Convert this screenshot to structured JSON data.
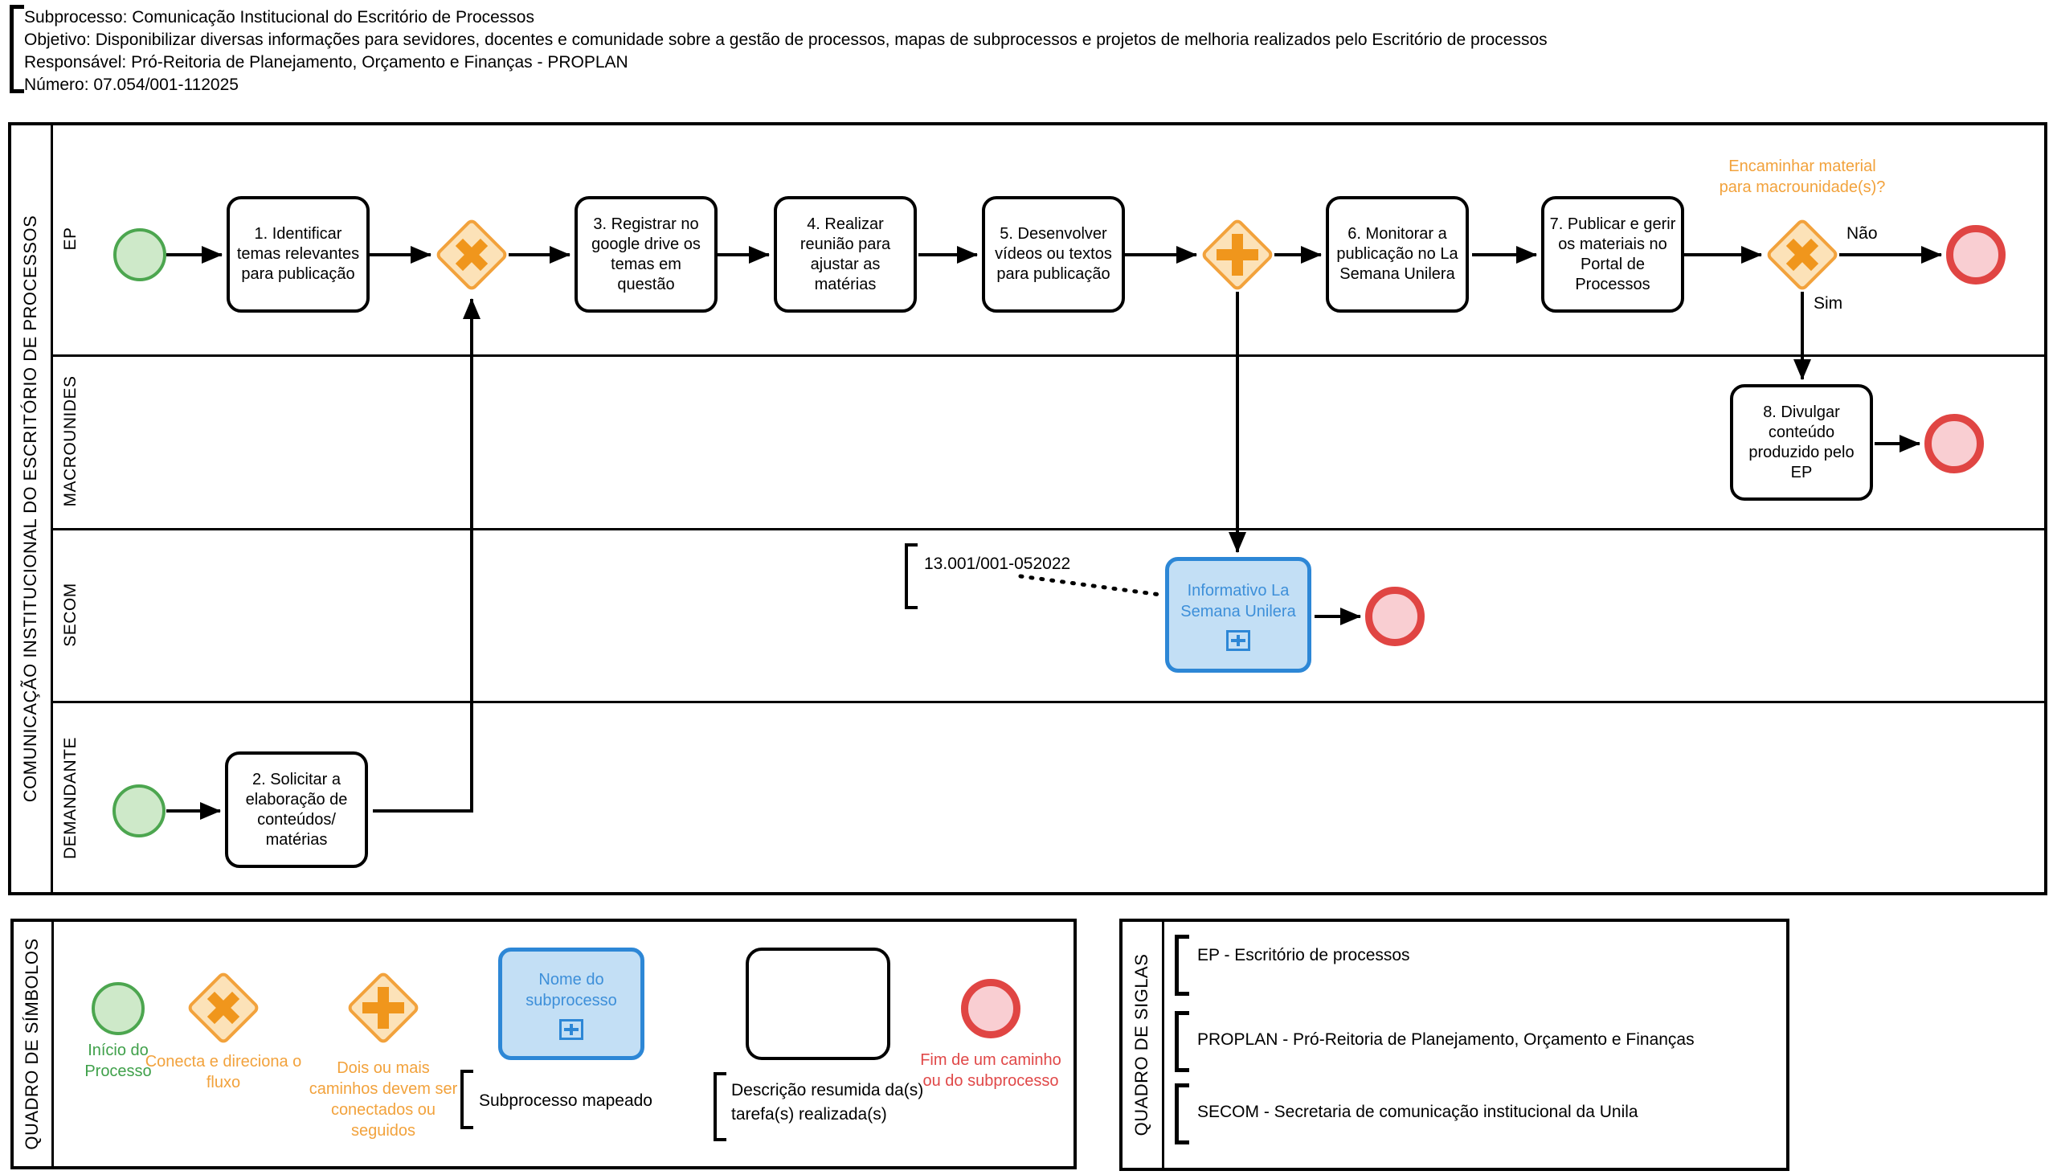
{
  "header": {
    "lines": [
      "Subprocesso: Comunicação Institucional do Escritório de Processos",
      "Objetivo: Disponibilizar diversas informações para sevidores, docentes e comunidade sobre a gestão de processos, mapas de subprocessos e projetos de melhoria realizados pelo Escritório de processos",
      "Responsável: Pró-Reitoria de Planejamento, Orçamento e Finanças - PROPLAN",
      "Número: 07.054/001-112025"
    ]
  },
  "pool": {
    "title": "COMUNICAÇÃO INSTITUCIONAL DO ESCRITÓRIO DE PROCESSOS",
    "lanes": [
      {
        "label": "EP"
      },
      {
        "label": "MACROUNIDES"
      },
      {
        "label": "SECOM"
      },
      {
        "label": "DEMANDANTE"
      }
    ]
  },
  "flow": {
    "task1": "1. Identificar temas relevantes para publicação",
    "task2": "2. Solicitar a elaboração de conteúdos/ matérias",
    "task3": "3. Registrar no google drive os temas em questão",
    "task4": "4. Realizar reunião para ajustar as matérias",
    "task5": "5. Desenvolver vídeos ou textos para publicação",
    "task6": "6. Monitorar a publicação no La Semana Unilera",
    "task7": "7. Publicar e gerir os materiais no Portal de Processos",
    "task8": "8. Divulgar conteúdo produzido pelo EP",
    "gateway_question": "Encaminhar material para macrounidade(s)?",
    "label_no": "Não",
    "label_yes": "Sim",
    "subprocess_name": "Informativo La Semana Unilera",
    "annotation": "13.001/001-052022"
  },
  "symbols_legend": {
    "title": "QUADRO DE SÍMBOLOS",
    "start_label": "Início do Processo",
    "xor_label": "Conecta e direciona o fluxo",
    "parallel_label": "Dois ou mais caminhos devem ser conectados ou seguidos",
    "subprocess_name": "Nome do subprocesso",
    "subprocess_caption": "Subprocesso mapeado",
    "task_caption": "Descrição resumida da(s) tarefa(s) realizada(s)",
    "end_label": "Fim de um caminho ou do subprocesso"
  },
  "acronyms_legend": {
    "title": "QUADRO DE SIGLAS",
    "items": [
      "EP - Escritório de processos",
      "PROPLAN - Pró-Reitoria de Planejamento, Orçamento e Finanças",
      "SECOM - Secretaria de comunicação institucional da Unila"
    ]
  },
  "colors": {
    "green_stroke": "#4CA64F",
    "green_fill": "#CEE9C9",
    "green_text": "#3FA04A",
    "orange_stroke": "#F2A23C",
    "orange_fill": "#FCE2B8",
    "orange_glyph": "#F0961C",
    "orange_text": "#F2A23C",
    "red_stroke": "#E04543",
    "red_fill": "#F9CED2",
    "red_text": "#E04848",
    "blue_stroke": "#2D87D6",
    "blue_fill": "#C3DFF5",
    "blue_text": "#3D8FD9",
    "ink": "#000000"
  }
}
